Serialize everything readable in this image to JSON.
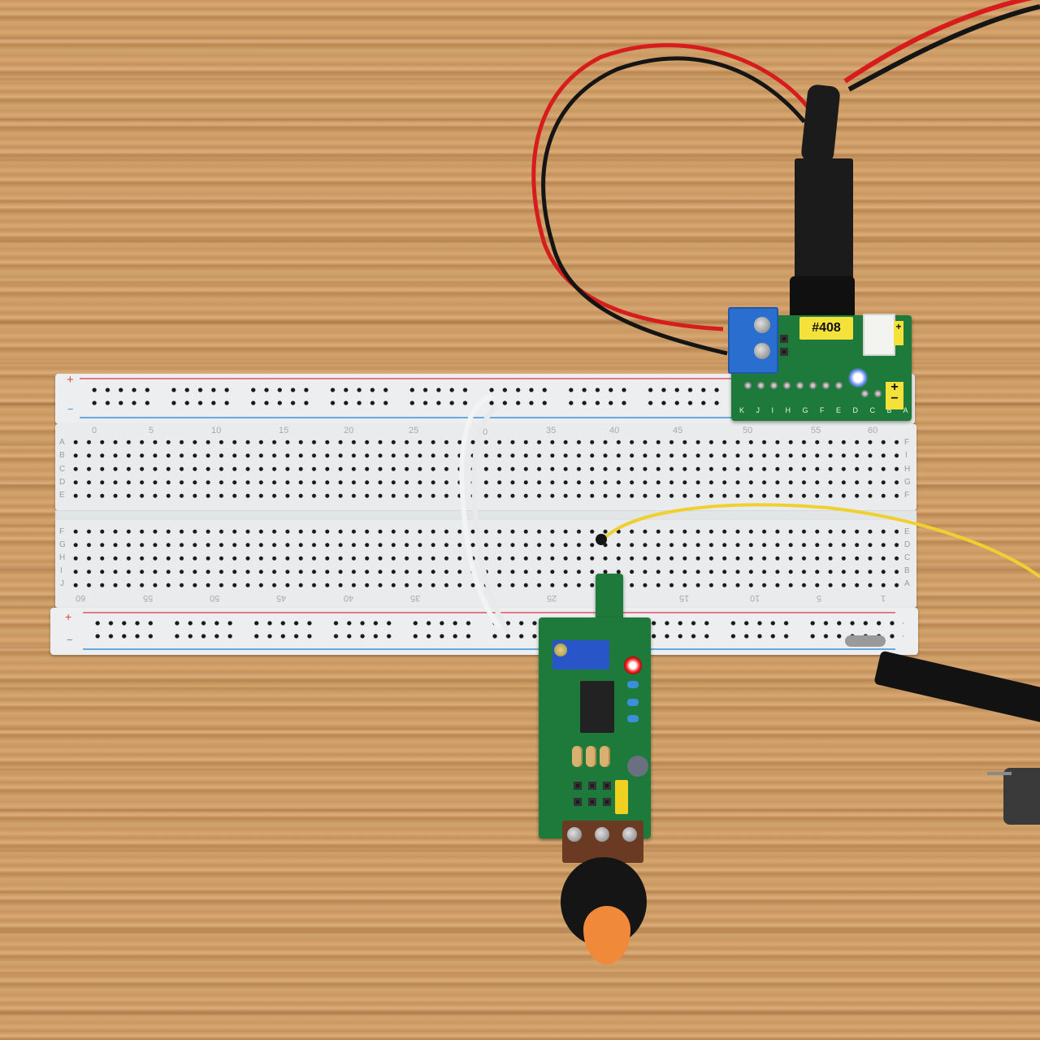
{
  "scene": {
    "description": "Photograph of a solderless breadboard on a bamboo wood surface with a power module and a small perfboard oscillator module with potentiometer",
    "surface": "bamboo wood",
    "colors": {
      "wood": "#d3a36c",
      "breadboard": "#eceeef",
      "pcb_green": "#1e7a3a",
      "terminal_blue": "#2a6fd0",
      "label_yellow": "#f4e23a",
      "led_blue": "#6d8dff",
      "led_red": "#ff3030",
      "wire_red": "#d61c1c",
      "wire_black": "#151515",
      "wire_yellow": "#f0d030",
      "wire_white": "#f2f4f4",
      "knob_orange": "#f08a3a"
    }
  },
  "breadboard": {
    "top_rail": {
      "plus_symbol": "+",
      "minus_symbol": "−"
    },
    "bottom_rail": {
      "plus_symbol": "+",
      "minus_symbol": "−"
    },
    "top_half": {
      "row_labels_left": [
        "A",
        "B",
        "C",
        "D",
        "E"
      ],
      "row_labels_right": [
        "F",
        "I",
        "H",
        "G",
        "F"
      ],
      "column_numbers": [
        "0",
        "5",
        "10",
        "15",
        "20",
        "25",
        "30",
        "35",
        "40",
        "45",
        "50",
        "55",
        "60"
      ]
    },
    "bottom_half": {
      "row_labels_left": [
        "F",
        "G",
        "H",
        "I",
        "J"
      ],
      "row_labels_right": [
        "E",
        "D",
        "C",
        "B",
        "A"
      ],
      "column_numbers": [
        "60",
        "55",
        "50",
        "45",
        "40",
        "35",
        "25",
        "15",
        "10",
        "5",
        "1"
      ]
    }
  },
  "power_module": {
    "label": "#408",
    "pcb_letters": "K J I H G F E D C B A",
    "polarity_plus": "+",
    "polarity_minus": "−",
    "power_led": "blue, lit",
    "terminal_block": "2-position screw terminal",
    "connector": "DC barrel jack",
    "jst_connector": "2-pin JST"
  },
  "oscillator_module": {
    "indicator_led": "red, lit",
    "ic": "8-pin DIP",
    "trimmer": "blue multi-turn trimmer",
    "capacitors": 3,
    "jumper": "yellow",
    "potentiometer_knob": "orange pointer knob"
  }
}
